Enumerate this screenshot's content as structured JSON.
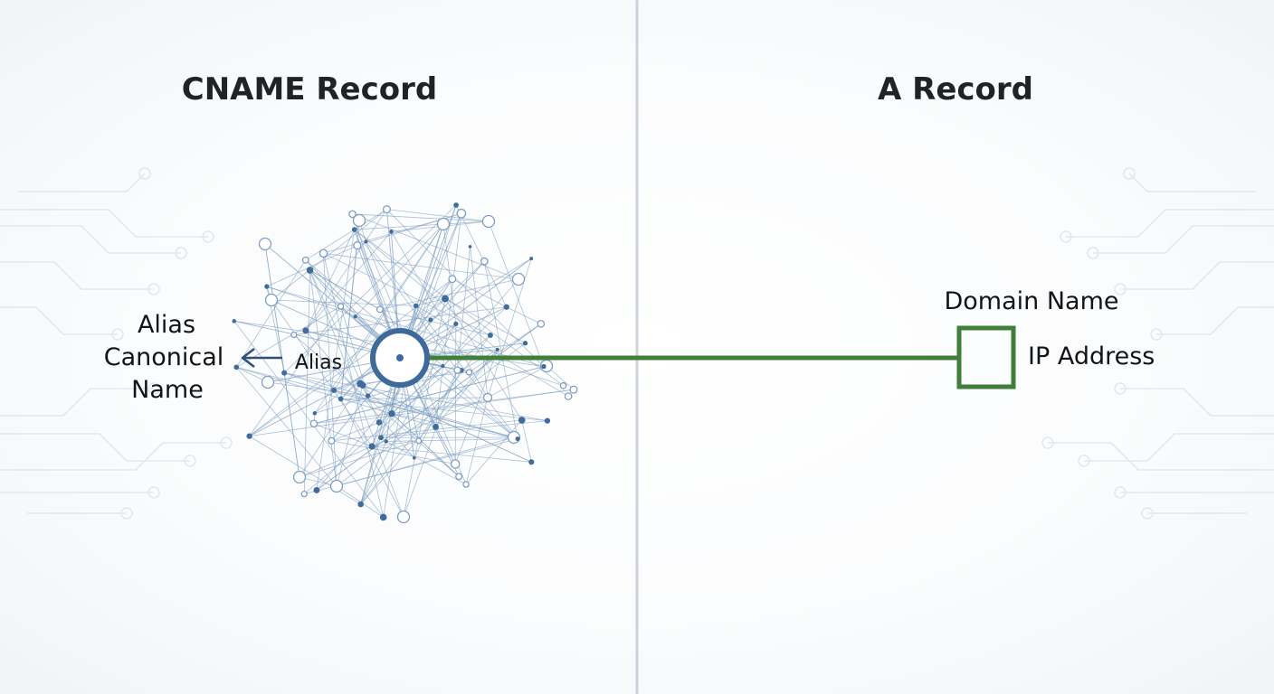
{
  "left_panel": {
    "title": "CNAME Record",
    "alias_label": "Alias",
    "canonical_lines": [
      "Alias",
      "Canonical",
      "Name"
    ]
  },
  "right_panel": {
    "title": "A Record",
    "domain_label": "Domain Name",
    "ip_label": "IP Address"
  },
  "colors": {
    "network": "#3f6c9c",
    "network_light": "#7f9fc2",
    "link": "#3f7f37",
    "divider": "#c9d3de",
    "circuit": "#e3e8ee"
  }
}
